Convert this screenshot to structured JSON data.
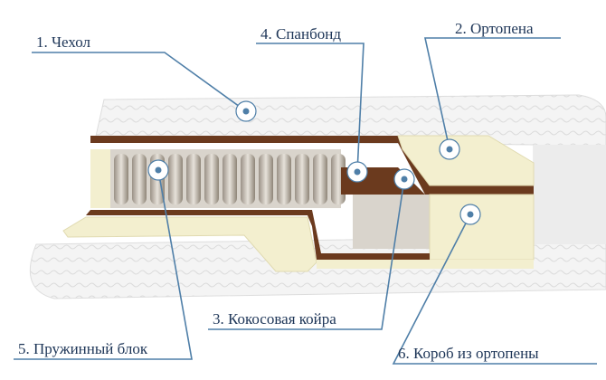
{
  "title": "Mattress layers diagram",
  "labels": {
    "cover": "1. Чехол",
    "orthofoam": "2. Ортопена",
    "coir": "3. Кокосовая койра",
    "spunbond": "4. Спанбонд",
    "spring_block": "5. Пружинный блок",
    "foam_box": "6. Короб из ортопены"
  },
  "colors": {
    "leader": "#4f7fa8",
    "text": "#1d3557",
    "coir": "#6b3a1e",
    "foam": "#f3efcf"
  }
}
